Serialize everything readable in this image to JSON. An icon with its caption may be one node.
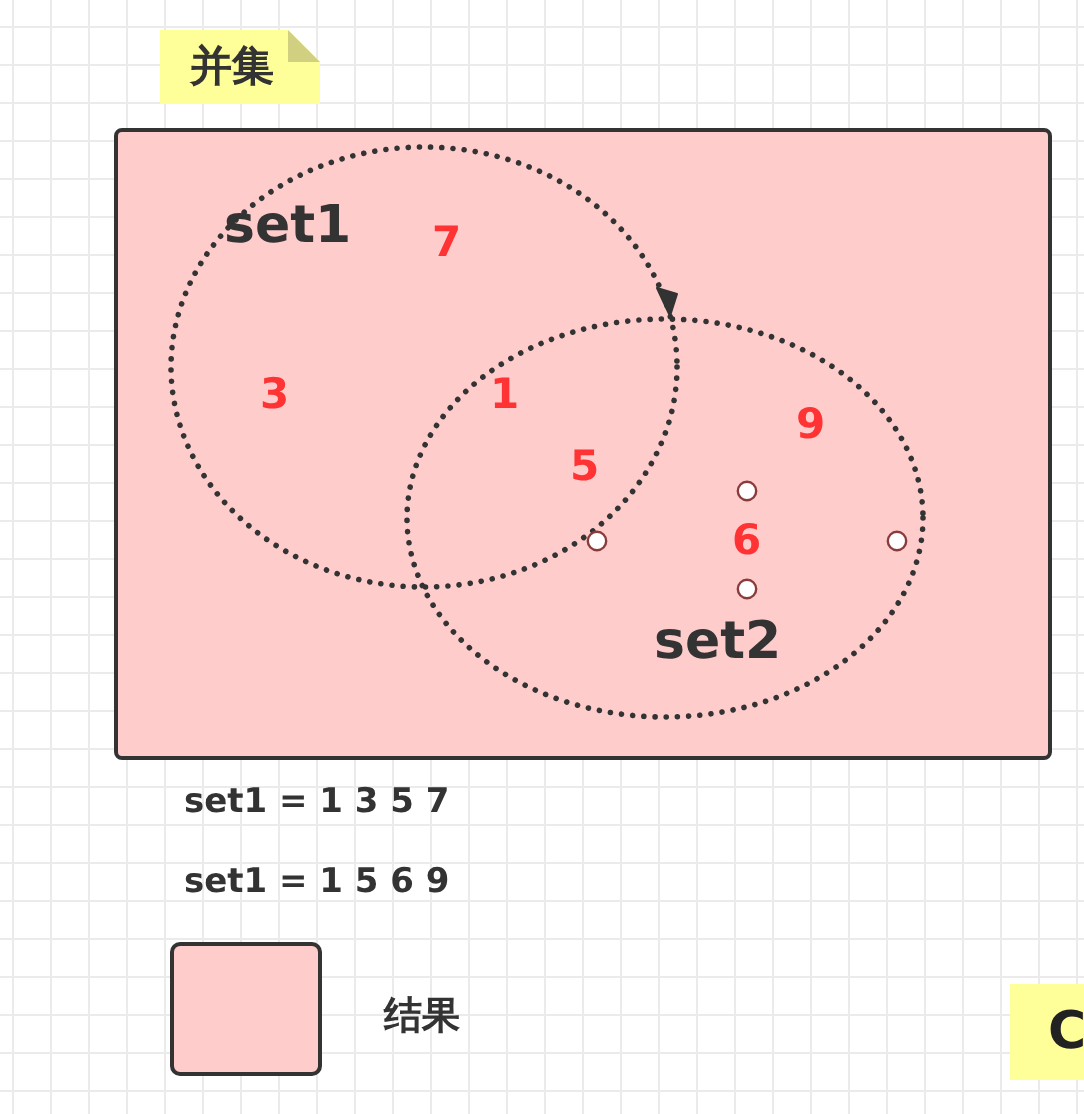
{
  "diagram": {
    "title": "并集",
    "nodes": [
      {
        "text": [],
        "shape": "box"
      },
      {
        "text": [
          "set1"
        ],
        "in": 0
      },
      {
        "text": [
          "set2"
        ],
        "in": 0
      }
    ],
    "labels": [
      "7",
      "3",
      "1",
      "9",
      "5",
      "6",
      "set1 = 1 3 5 7",
      "set1 = 1 5 6 9",
      "C"
    ],
    "legend": [
      {
        "text": "结果",
        "color": "#ffcccc"
      }
    ]
  }
}
